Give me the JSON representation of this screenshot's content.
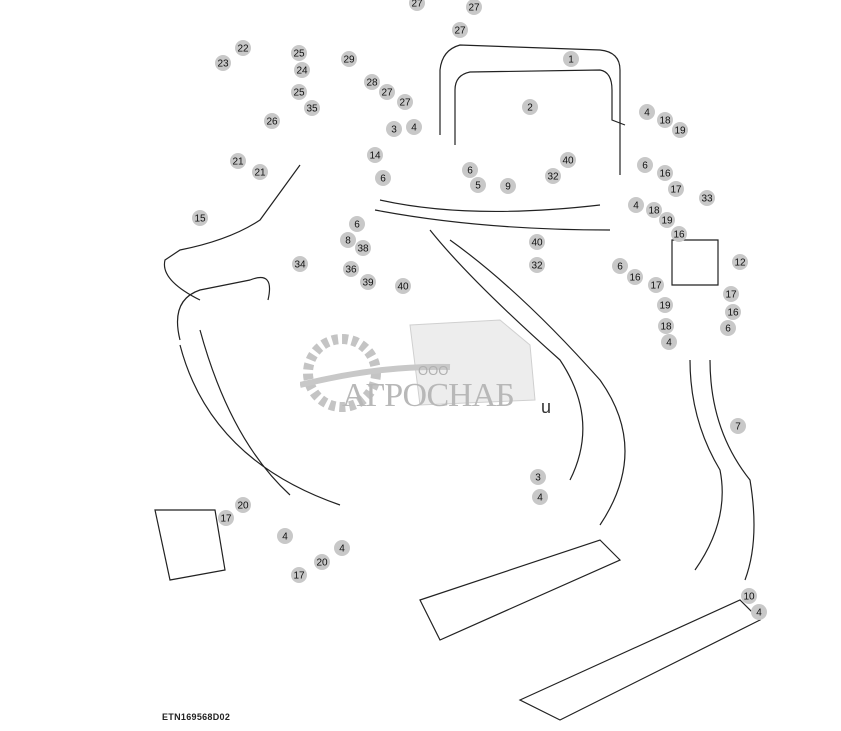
{
  "drawing_code": "ETN169568D02",
  "watermark": {
    "prefix": "ООО",
    "name": "АГРОСНАБ",
    "suffix": "u"
  },
  "callouts": [
    "27",
    "27",
    "27",
    "22",
    "25",
    "24",
    "23",
    "25",
    "26",
    "29",
    "28",
    "27",
    "27",
    "35",
    "3",
    "4",
    "1",
    "2",
    "4",
    "18",
    "19",
    "40",
    "32",
    "5",
    "6",
    "14",
    "6",
    "6",
    "8",
    "9",
    "21",
    "21",
    "15",
    "34",
    "38",
    "36",
    "39",
    "40",
    "40",
    "32",
    "16",
    "17",
    "33",
    "6",
    "4",
    "18",
    "19",
    "16",
    "6",
    "16",
    "17",
    "12",
    "17",
    "19",
    "16",
    "18",
    "6",
    "4",
    "7",
    "3",
    "4",
    "20",
    "17",
    "4",
    "4",
    "17",
    "20",
    "10",
    "4"
  ],
  "colors": {
    "line": "#222222",
    "callout_fill": "#c8c8c8",
    "watermark": "#b8b8b8"
  }
}
